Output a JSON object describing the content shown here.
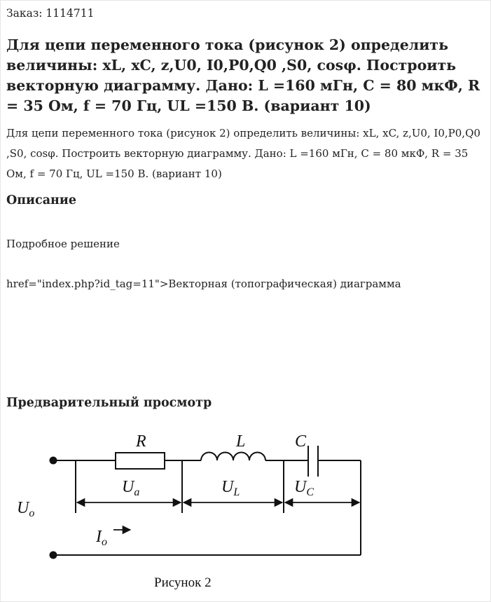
{
  "order": {
    "text": "Заказ: 1114711"
  },
  "task": {
    "title": "Для цепи переменного тока (рисунок 2) определить величины: xL, xC, z,U0, I0,P0,Q0 ,S0, cosφ. Построить векторную диаграмму. Дано: L =160 мГн, C = 80 мкФ, R = 35 Ом, f = 70 Гц, UL =150 В. (вариант 10)",
    "summary": "Для цепи переменного тока (рисунок 2) определить величины: xL, xC, z,U0, I0,P0,Q0 ,S0, cosφ. Построить векторную диаграмму. Дано: L =160 мГн, C = 80 мкФ, R = 35 Ом, f = 70 Гц, UL =150 В. (вариант 10)"
  },
  "description": {
    "heading": "Описание",
    "detail": "Подробное решение",
    "tag_line": "href=\"index.php?id_tag=11\">Векторная (топографическая) диаграмма"
  },
  "preview": {
    "heading": "Предварительный просмотр",
    "figure": {
      "label_R": "R",
      "label_L": "L",
      "label_C": "C",
      "label_Ua": "U",
      "label_Ua_sub": "a",
      "label_UL": "U",
      "label_UL_sub": "L",
      "label_UC": "U",
      "label_UC_sub": "C",
      "label_Uo": "U",
      "label_Uo_sub": "o",
      "label_Io": "I",
      "label_Io_sub": "o",
      "caption": "Рисунок 2"
    }
  }
}
